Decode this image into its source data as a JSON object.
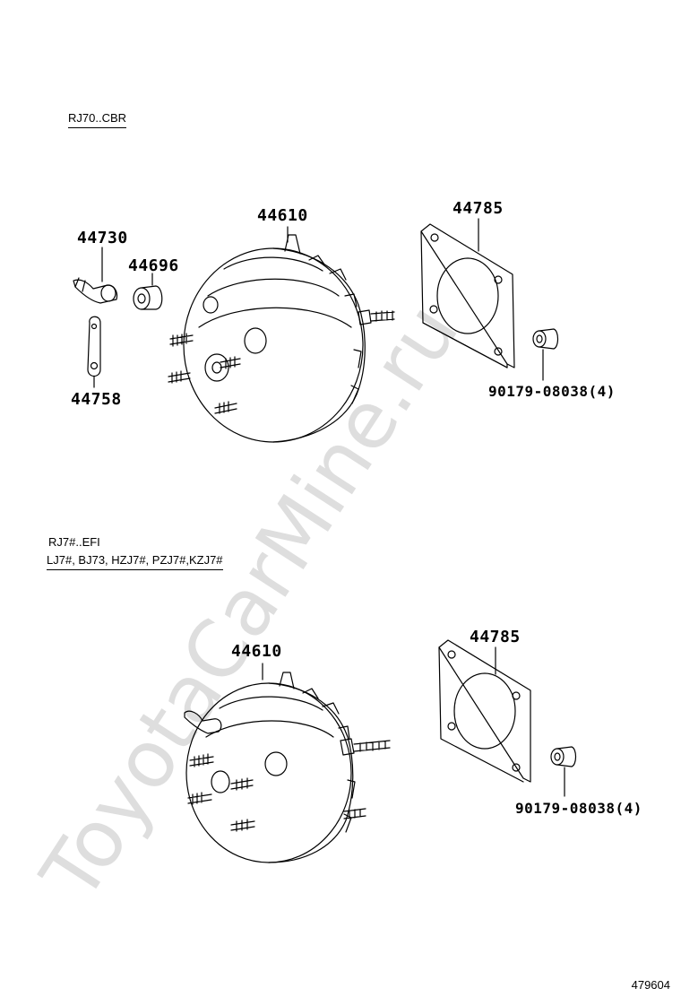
{
  "watermark": "ToyotaCarMine.ru",
  "sections": [
    {
      "conditions": [
        "RJ70..CBR"
      ],
      "parts": {
        "booster": "44610",
        "gasket": "44785",
        "union": "44730",
        "grommet": "44696",
        "bracket": "44758",
        "nut": "90179-08038(4)"
      }
    },
    {
      "conditions": [
        "RJ7#..EFI",
        "LJ7#, BJ73, HZJ7#, PZJ7#,KZJ7#"
      ],
      "parts": {
        "booster": "44610",
        "gasket": "44785",
        "nut": "90179-08038(4)"
      }
    }
  ],
  "illustration_id": "479604",
  "colors": {
    "line": "#000000",
    "watermark": "#dcdcdc"
  }
}
